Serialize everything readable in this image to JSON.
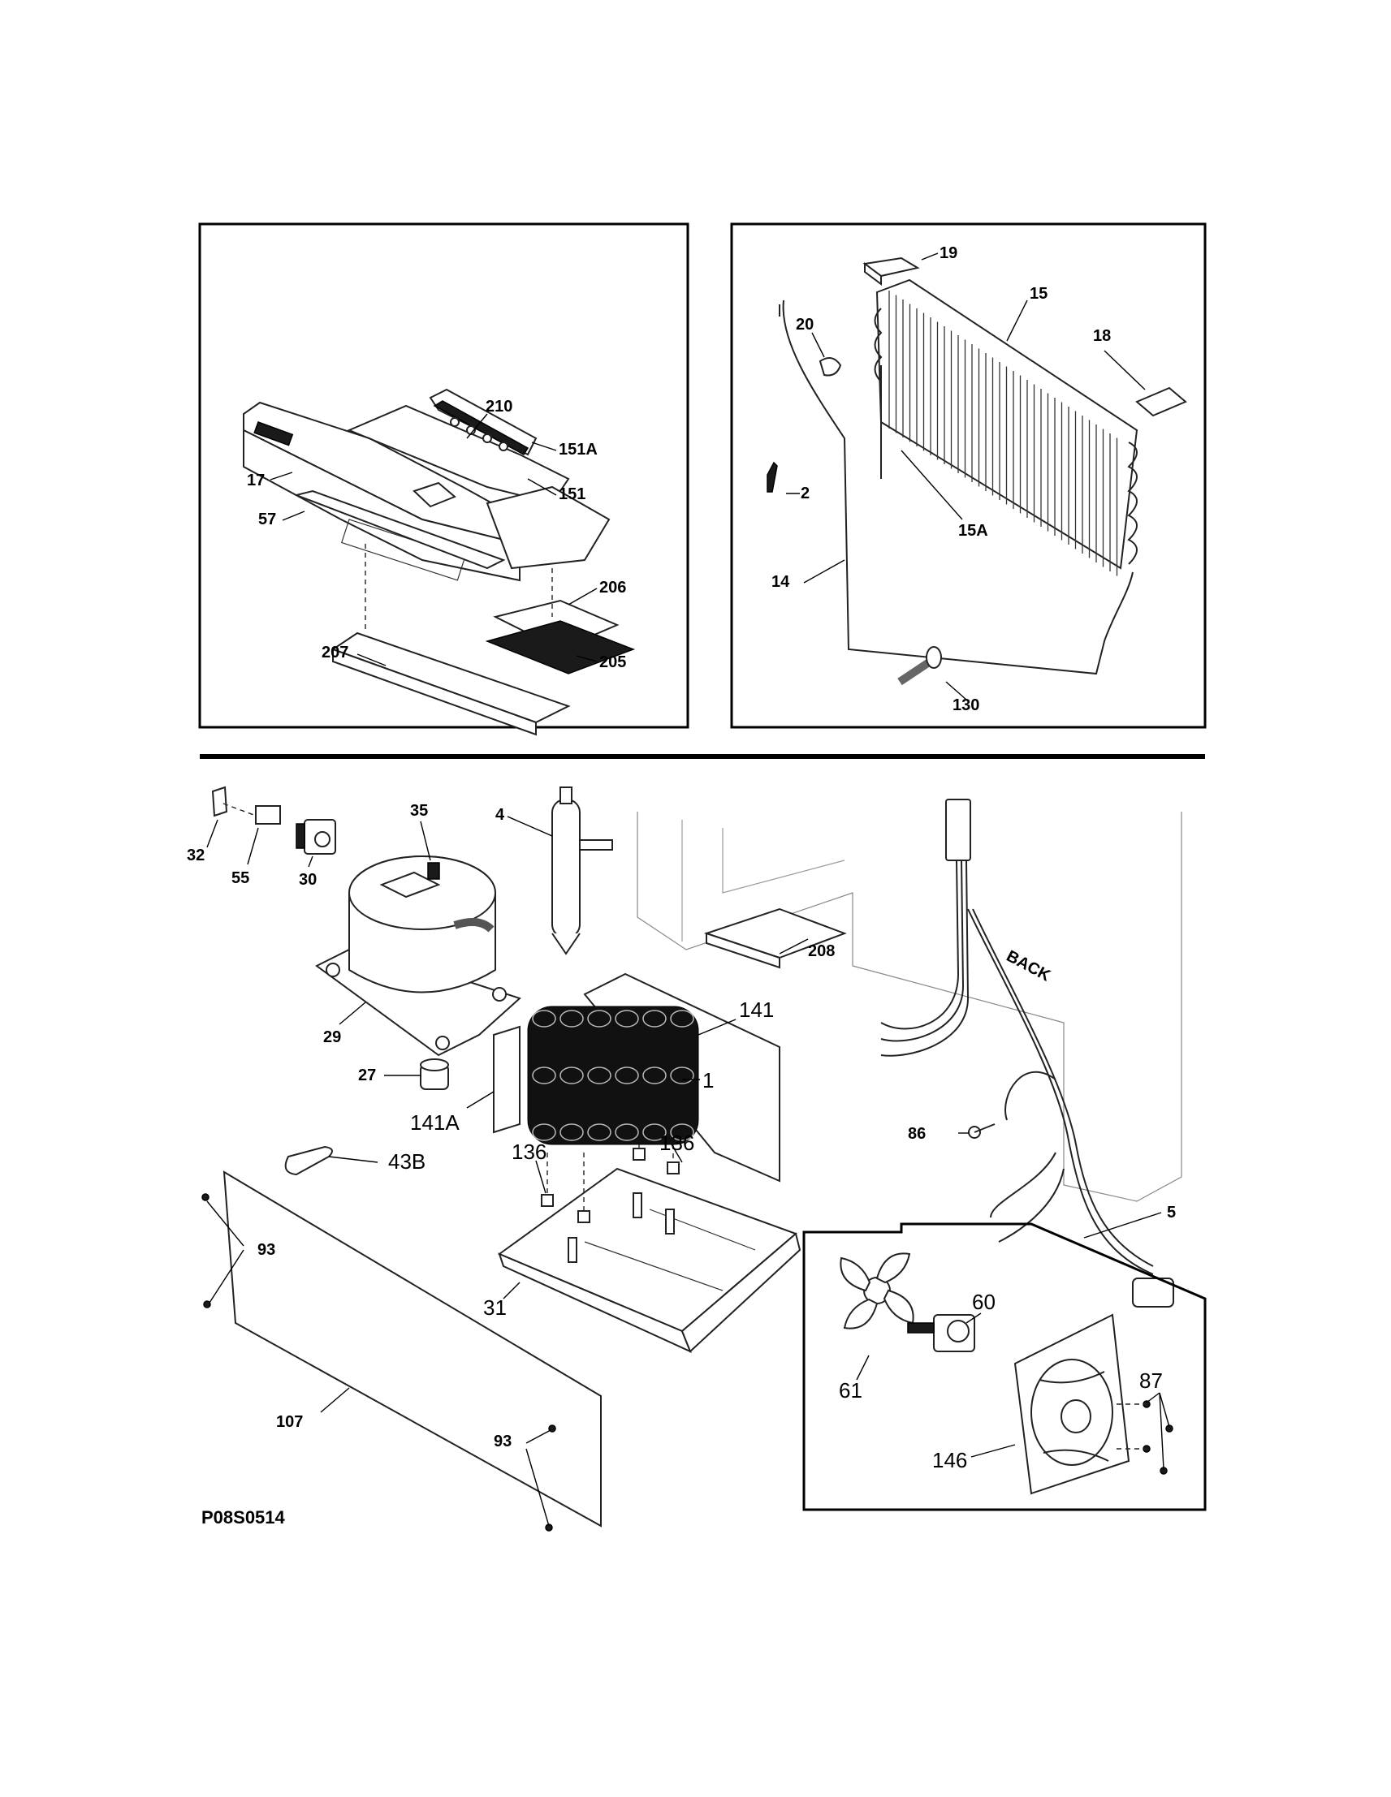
{
  "diagram_code": "P08S0514",
  "top_left_panel": {
    "callouts": [
      "210",
      "151A",
      "17",
      "151",
      "57",
      "206",
      "205",
      "207"
    ]
  },
  "top_right_panel": {
    "callouts": [
      "19",
      "15",
      "20",
      "18",
      "2",
      "15A",
      "14",
      "130"
    ]
  },
  "lower_section": {
    "back_label": "BACK",
    "callouts": [
      "35",
      "4",
      "32",
      "55",
      "30",
      "208",
      "29",
      "141",
      "27",
      "1",
      "141A",
      "136",
      "136",
      "86",
      "43B",
      "93",
      "31",
      "5",
      "107",
      "93"
    ]
  },
  "fan_inset": {
    "callouts": [
      "60",
      "61",
      "87",
      "146"
    ]
  }
}
